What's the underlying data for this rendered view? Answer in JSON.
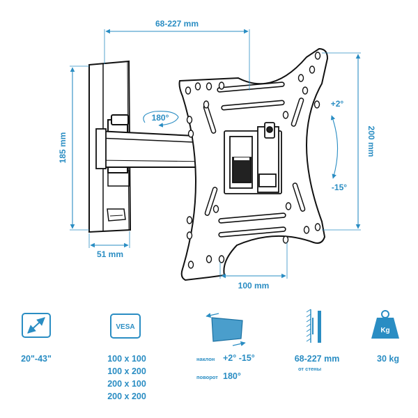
{
  "dimensions": {
    "arm_extension": "68-227 mm",
    "wall_plate_height": "185 mm",
    "wall_plate_width": "51 mm",
    "vesa_horizontal": "100 mm",
    "vesa_vertical": "200 mm",
    "swivel": "180°",
    "tilt_up": "+2°",
    "tilt_down": "-15°"
  },
  "specs": {
    "screen_size": "20\"-43\"",
    "vesa_badge": "VESA",
    "vesa_patterns": [
      "100 x 100",
      "100 x 200",
      "200 x 100",
      "200 x 200"
    ],
    "tilt_label": "наклон",
    "tilt_value": "+2° -15°",
    "swivel_label": "поворот",
    "swivel_value": "180°",
    "wall_distance": "68-227 mm",
    "wall_distance_label": "от стены",
    "weight_badge": "Kg",
    "max_load": "30 kg"
  },
  "colors": {
    "accent": "#2a8dc3",
    "outline": "#111111"
  }
}
